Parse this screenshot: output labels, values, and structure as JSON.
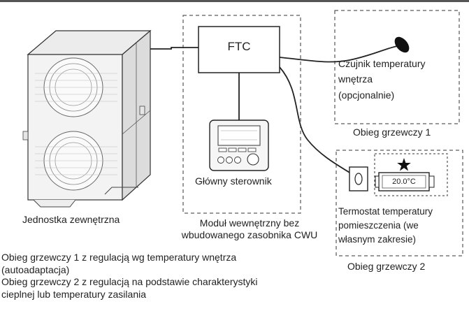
{
  "labels": {
    "ftc": "FTC",
    "outdoor_unit": "Jednostka zewnętrzna",
    "main_controller": "Główny sterownik",
    "indoor_module_line1": "Moduł wewnętrzny bez",
    "indoor_module_line2": "wbudowanego zasobnika CWU",
    "sensor_line1": "Czujnik temperatury",
    "sensor_line2": "wnętrza",
    "sensor_line3": "(opcjonalnie)",
    "circuit1": "Obieg grzewczy 1",
    "thermostat_line1": "Termostat temperatury",
    "thermostat_line2": "pomieszczenia (we",
    "thermostat_line3": "własnym zakresie)",
    "thermostat_display": "20.0°C",
    "circuit2": "Obieg grzewczy 2"
  },
  "notes": {
    "line1": "Obieg grzewczy 1 z regulacją wg temperatury wnętrza",
    "line2": "(autoadaptacja)",
    "line3": "Obieg grzewczy 2 z regulacją na podstawie charakterystyki",
    "line4": "cieplnej lub temperatury zasilania"
  }
}
